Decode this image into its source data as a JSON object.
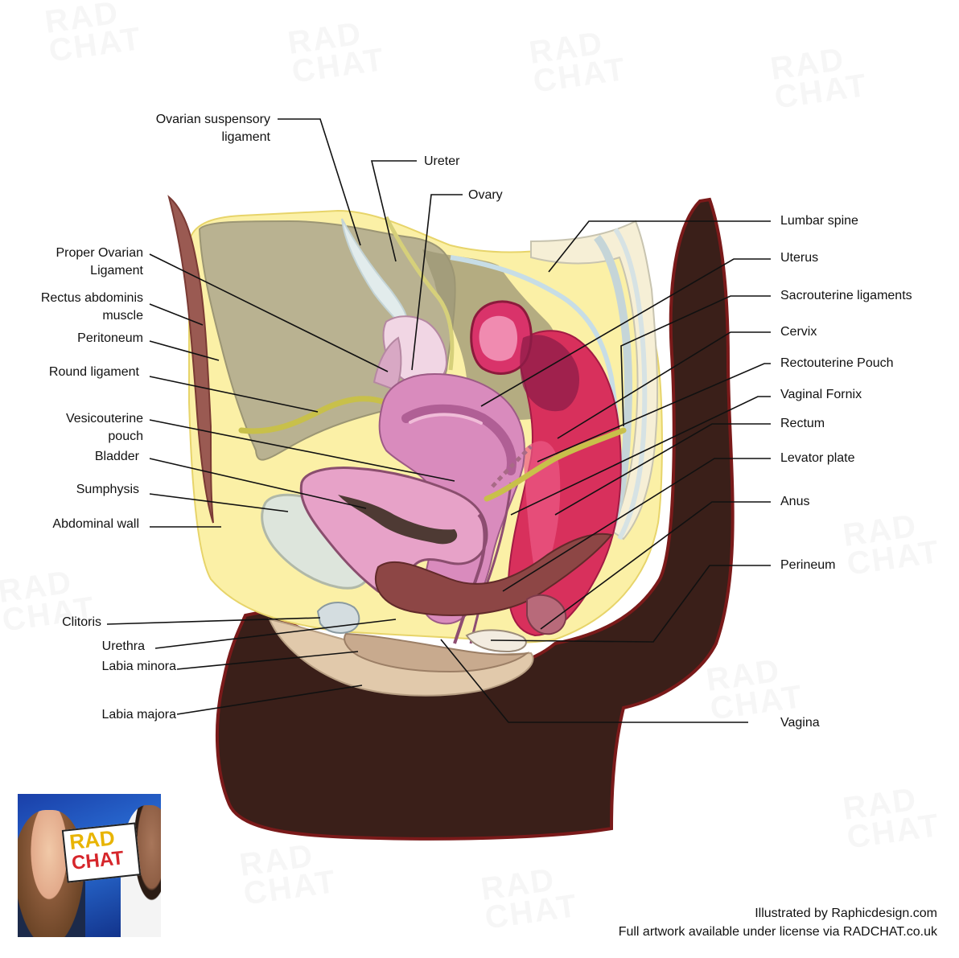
{
  "labels": {
    "ovarian_suspensory_ligament_1": "Ovarian suspensory",
    "ovarian_suspensory_ligament_2": "ligament",
    "ureter": "Ureter",
    "ovary": "Ovary",
    "proper_ovarian_ligament_1": "Proper Ovarian",
    "proper_ovarian_ligament_2": "Ligament",
    "rectus_abdominis_1": "Rectus abdominis",
    "rectus_abdominis_2": "muscle",
    "peritoneum": "Peritoneum",
    "round_ligament": "Round ligament",
    "vesicouterine_pouch_1": "Vesicouterine",
    "vesicouterine_pouch_2": "pouch",
    "bladder": "Bladder",
    "sumphysis": "Sumphysis",
    "abdominal_wall": "Abdominal wall",
    "clitoris": "Clitoris",
    "urethra": "Urethra",
    "labia_minora": "Labia minora",
    "labia_majora": "Labia majora",
    "lumbar_spine": "Lumbar spine",
    "uterus": "Uterus",
    "sacrouterine_ligaments": "Sacrouterine ligaments",
    "cervix": "Cervix",
    "rectouterine_pouch": "Rectouterine Pouch",
    "vaginal_fornix": "Vaginal Fornix",
    "rectum": "Rectum",
    "levator_plate": "Levator plate",
    "anus": "Anus",
    "perineum": "Perineum",
    "vagina": "Vagina"
  },
  "credits": {
    "line1": "Illustrated by Raphicdesign.com",
    "line2": "Full artwork available under license via RADCHAT.co.uk"
  },
  "watermark": {
    "line1": "RAD",
    "line2": "CHAT"
  },
  "colors": {
    "skin_dark": "#3a1f19",
    "fat_yellow": "#fbf0a6",
    "uterus_pink": "#d98bbd",
    "rectum_red": "#d8305c",
    "peritoneum_olive": "#b9b291",
    "ligament_yellow": "#c8c04a"
  }
}
